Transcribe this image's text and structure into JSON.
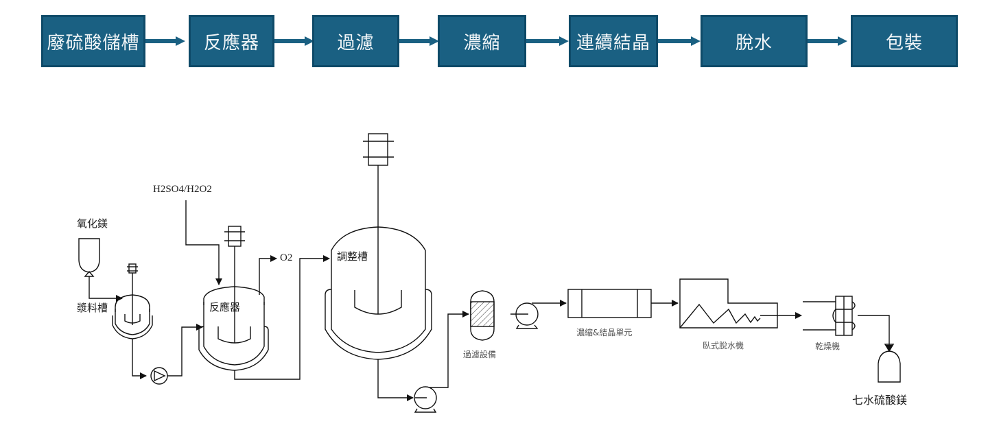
{
  "flow_steps": [
    {
      "label": "廢硫酸儲槽"
    },
    {
      "label": "反應器"
    },
    {
      "label": "過濾"
    },
    {
      "label": "濃縮"
    },
    {
      "label": "連續結晶"
    },
    {
      "label": "脫水"
    },
    {
      "label": "包裝"
    }
  ],
  "colors": {
    "box_fill": "#1a6082",
    "box_border": "#0e4a68",
    "arrow": "#1a6082",
    "line": "#111111"
  },
  "pfd": {
    "feed_label": "H2SO4/H2O2",
    "mgo_label": "氧化鎂",
    "slurry_tank_label": "漿料槽",
    "reactor_label": "反應器",
    "o2_label": "O2",
    "adjust_tank_label": "調整槽",
    "filter_label": "過濾設備",
    "conc_label": "濃縮&結晶單元",
    "dewater_label": "臥式脫水機",
    "dryer_label": "乾燥機",
    "product_label": "七水硫酸鎂"
  }
}
